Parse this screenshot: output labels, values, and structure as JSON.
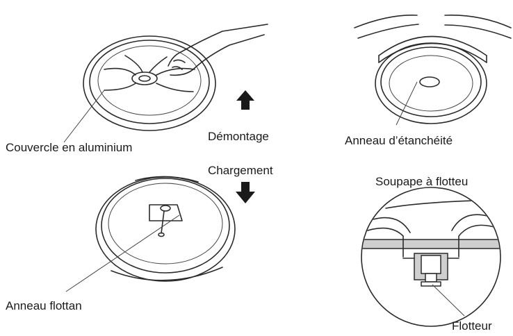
{
  "labels": {
    "aluminum_lid": "Couvercle en aluminium",
    "disassembly": "Démontage",
    "sealing_ring": "Anneau d’étanchéité",
    "loading": "Chargement",
    "float_valve": "Soupape à flotteu",
    "floating_ring": "Anneau flottan",
    "float": "Flotteur"
  },
  "colors": {
    "ink": "#2a2a2a",
    "grey_fill": "#cfcfcf",
    "arrow": "#1a1a1a"
  },
  "icons": [
    "arrow-up-icon",
    "arrow-down-icon"
  ]
}
